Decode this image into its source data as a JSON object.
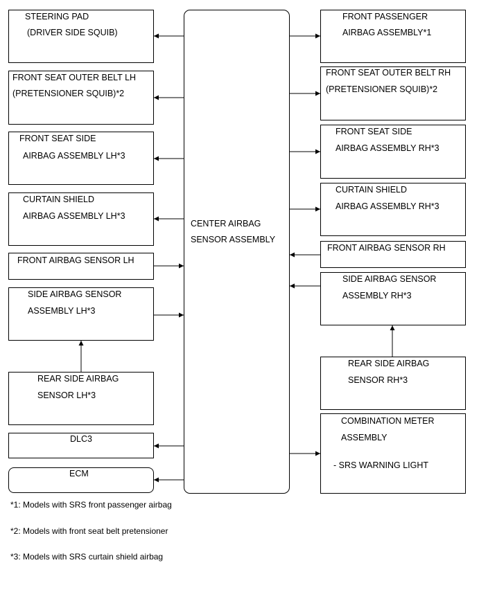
{
  "center": {
    "line1": "CENTER AIRBAG",
    "line2": "SENSOR ASSEMBLY"
  },
  "left": {
    "steering_pad": {
      "line1": "STEERING PAD",
      "line2": "(DRIVER SIDE SQUIB)"
    },
    "belt_lh": {
      "line1": "FRONT SEAT OUTER BELT LH",
      "line2": "(PRETENSIONER SQUIB)*2"
    },
    "side_airbag_lh": {
      "line1": "FRONT SEAT SIDE",
      "line2": "AIRBAG ASSEMBLY LH*3"
    },
    "curtain_lh": {
      "line1": "CURTAIN SHIELD",
      "line2": "AIRBAG ASSEMBLY LH*3"
    },
    "front_sensor_lh": {
      "line1": "FRONT AIRBAG SENSOR LH"
    },
    "side_sensor_lh": {
      "line1": "SIDE AIRBAG SENSOR",
      "line2": "ASSEMBLY LH*3"
    },
    "rear_side_sensor_lh": {
      "line1": "REAR SIDE AIRBAG",
      "line2": "SENSOR LH*3"
    },
    "dlc3": {
      "line1": "DLC3"
    },
    "ecm": {
      "line1": "ECM"
    }
  },
  "right": {
    "passenger_airbag": {
      "line1": "FRONT PASSENGER",
      "line2": "AIRBAG ASSEMBLY*1"
    },
    "belt_rh": {
      "line1": "FRONT SEAT OUTER BELT RH",
      "line2": "(PRETENSIONER SQUIB)*2"
    },
    "side_airbag_rh": {
      "line1": "FRONT SEAT SIDE",
      "line2": "AIRBAG ASSEMBLY RH*3"
    },
    "curtain_rh": {
      "line1": "CURTAIN SHIELD",
      "line2": "AIRBAG ASSEMBLY RH*3"
    },
    "front_sensor_rh": {
      "line1": "FRONT AIRBAG SENSOR RH"
    },
    "side_sensor_rh": {
      "line1": "SIDE AIRBAG SENSOR",
      "line2": "ASSEMBLY RH*3"
    },
    "rear_side_sensor_rh": {
      "line1": "REAR SIDE AIRBAG",
      "line2": "SENSOR RH*3"
    },
    "combo_meter": {
      "line1": "COMBINATION METER",
      "line2": "ASSEMBLY",
      "line3": "- SRS WARNING LIGHT"
    }
  },
  "notes": [
    "*1: Models with SRS front passenger airbag",
    "*2: Models with front seat belt pretensioner",
    "*3: Models with SRS curtain shield airbag"
  ]
}
